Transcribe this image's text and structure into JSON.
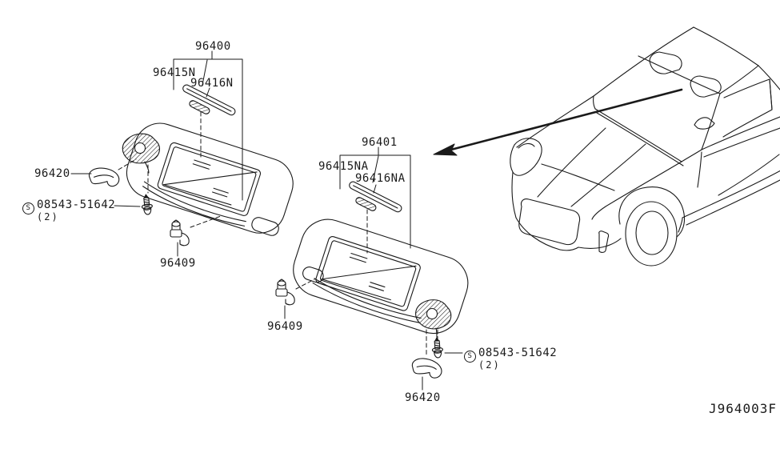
{
  "colors": {
    "ink": "#1a1a1a",
    "background": "#ffffff"
  },
  "diagram_code": "J964003F",
  "callouts": {
    "visor_assembly_left": "96400",
    "visor_holder_left": "96415N",
    "holder_cap_left": "96416N",
    "clip_left": "96420",
    "screw_left": {
      "symbol": "S",
      "number": "08543-51642",
      "quantity": "(2)"
    },
    "hook_left": "96409",
    "visor_assembly_right": "96401",
    "visor_holder_right": "96415NA",
    "holder_cap_right": "96416NA",
    "hook_right": "96409",
    "screw_right": {
      "symbol": "S",
      "number": "08543-51642",
      "quantity": "(2)"
    },
    "clip_right": "96420"
  }
}
